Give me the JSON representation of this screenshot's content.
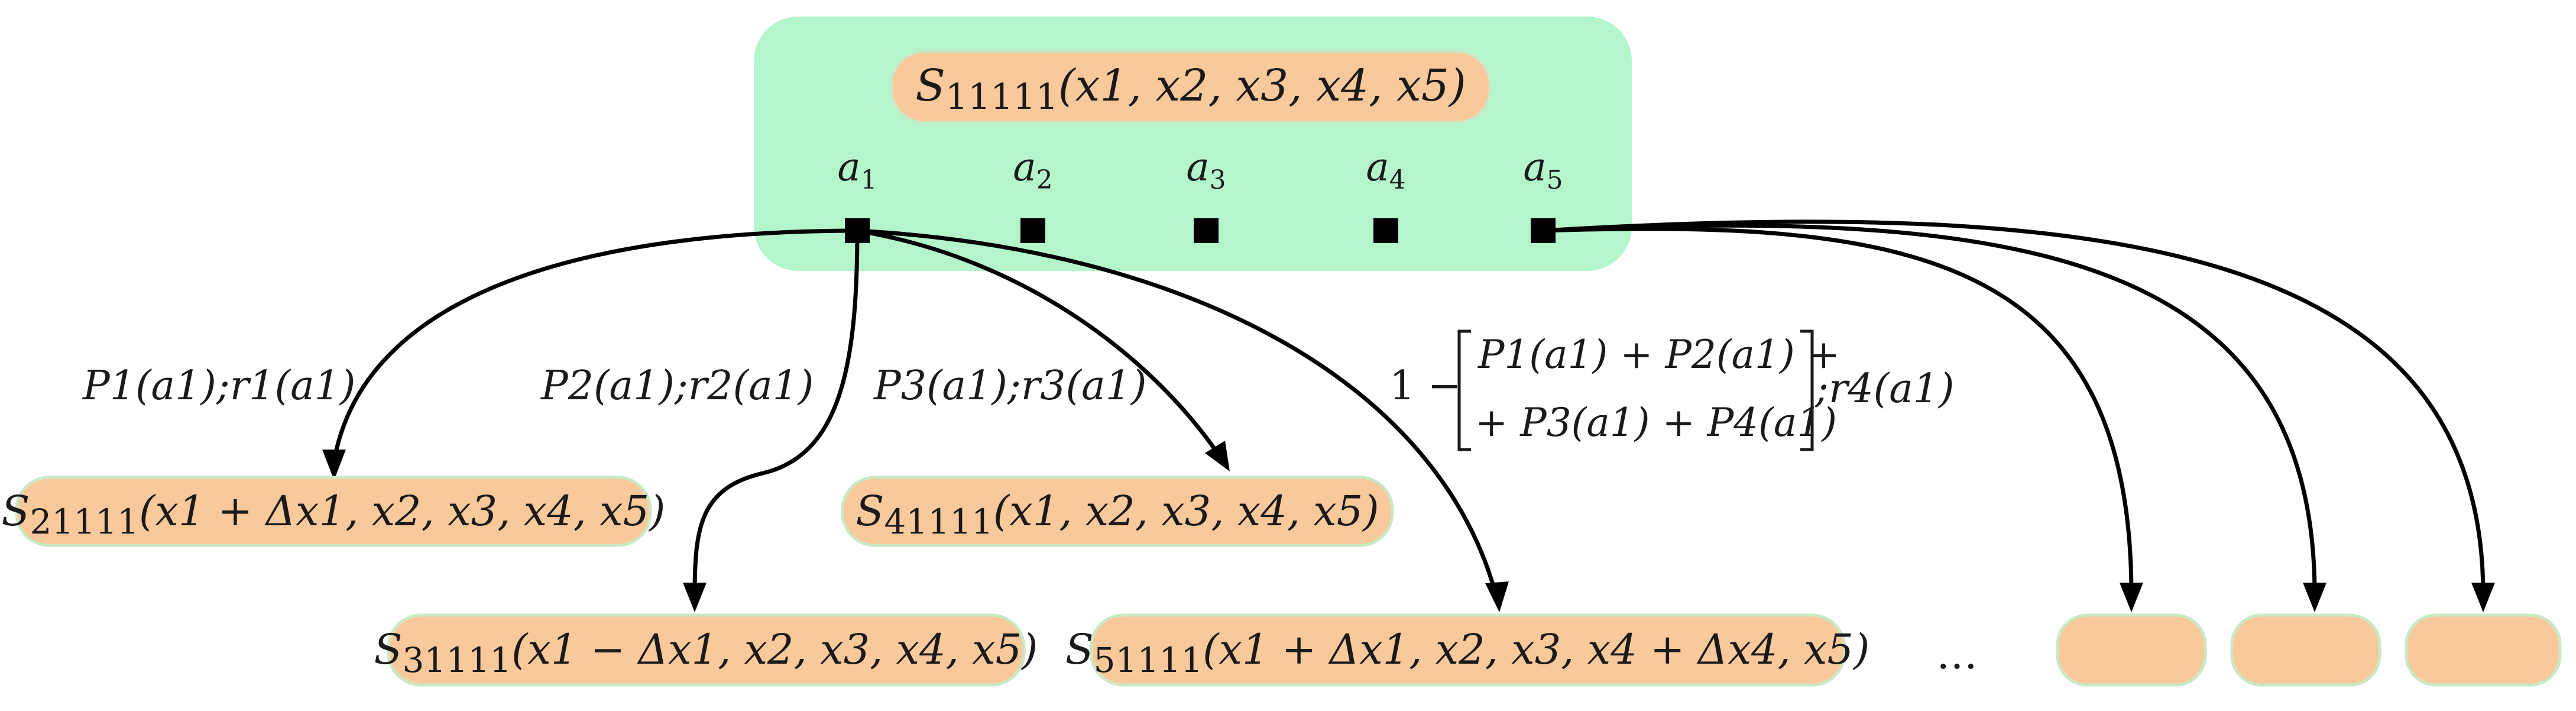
{
  "colors": {
    "root_panel": "#b5f5cb",
    "state_node": "#f9c89b",
    "state_node_border": "#c9e9c4",
    "action_node": "#000000",
    "edge": "#000000"
  },
  "root_state": {
    "symbol": "S",
    "index": "11111",
    "args": "(x1, x2, x3, x4, x5)"
  },
  "actions": [
    {
      "symbol": "a",
      "index": "1"
    },
    {
      "symbol": "a",
      "index": "2"
    },
    {
      "symbol": "a",
      "index": "3"
    },
    {
      "symbol": "a",
      "index": "4"
    },
    {
      "symbol": "a",
      "index": "5"
    }
  ],
  "transition_labels": [
    {
      "text": "P1(a1);r1(a1)"
    },
    {
      "text": "P2(a1);r2(a1)"
    },
    {
      "text": "P3(a1);r3(a1)"
    },
    {
      "line1": "P1(a1) + P2(a1) +",
      "line2": "+ P3(a1) + P4(a1)",
      "prefix": "1 −",
      "suffix": ";r4(a1)"
    }
  ],
  "child_states": [
    {
      "symbol": "S",
      "index": "21111",
      "args": "(x1 + Δx1, x2, x3, x4, x5)"
    },
    {
      "symbol": "S",
      "index": "31111",
      "args": "(x1 − Δx1, x2, x3, x4, x5)"
    },
    {
      "symbol": "S",
      "index": "41111",
      "args": "(x1, x2, x3, x4, x5)"
    },
    {
      "symbol": "S",
      "index": "51111",
      "args": "(x1 + Δx1, x2, x3, x4 + Δx4, x5)"
    }
  ],
  "ellipsis": "…",
  "empty_states_count": 3
}
